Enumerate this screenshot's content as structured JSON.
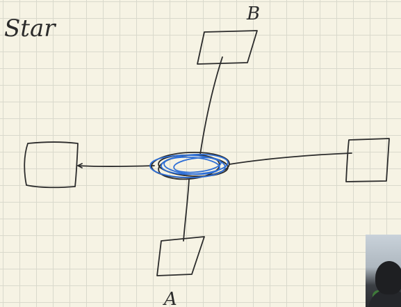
{
  "diagram": {
    "title": "Star",
    "nodes": [
      {
        "id": "top",
        "label": "B"
      },
      {
        "id": "left",
        "label": ""
      },
      {
        "id": "right",
        "label": ""
      },
      {
        "id": "bottom",
        "label": "A"
      }
    ],
    "hub": {
      "label": ""
    },
    "colors": {
      "ink": "#2b2b2b",
      "hub_accent": "#2f6fd6",
      "paper": "#f6f3e4",
      "grid": "#d9d9cc"
    }
  },
  "webcam": {
    "icon": "person-video-icon"
  }
}
